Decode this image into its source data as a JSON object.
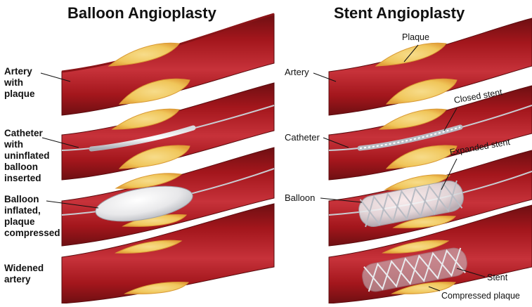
{
  "panels": {
    "balloon": {
      "title": "Balloon Angioplasty",
      "steps": [
        {
          "label": "Artery\nwith\nplaque"
        },
        {
          "label": "Catheter\nwith\nuninflated\nballoon\ninserted"
        },
        {
          "label": "Balloon\ninflated,\nplaque\ncompressed"
        },
        {
          "label": "Widened\nartery"
        }
      ]
    },
    "stent": {
      "title": "Stent Angioplasty",
      "steps": [
        {
          "label": "Artery"
        },
        {
          "label": "Catheter"
        },
        {
          "label": "Balloon"
        }
      ],
      "callouts": {
        "plaque": "Plaque",
        "closed_stent": "Closed stent",
        "expanded_stent": "Expanded stent",
        "stent": "Stent",
        "compressed_plaque": "Compressed plaque"
      }
    }
  },
  "colors": {
    "artery_dark": "#6e0f12",
    "artery_mid": "#a3161c",
    "artery_light": "#c7323a",
    "plaque": "#f0c65a",
    "plaque_edge": "#e3a03a",
    "balloon": "#e8e8ea",
    "stent_mesh": "#b9bcc4"
  }
}
